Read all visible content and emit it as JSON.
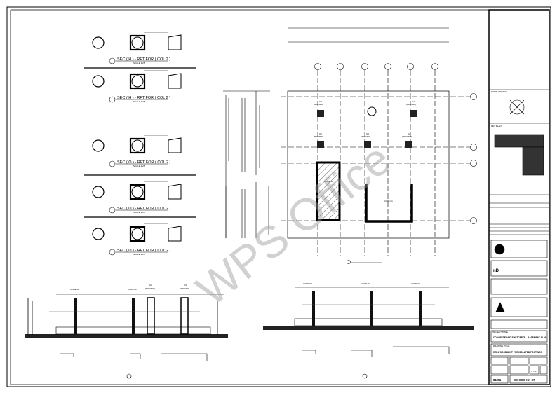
{
  "watermark": "WPS Office",
  "sections": [
    {
      "title": "SEC ( H ) - RFT FOR ( COL 2 )",
      "scale": "SCALE 1:25"
    },
    {
      "title": "SEC ( H ) - RFT FOR ( COL 2 )",
      "scale": "SCALE 1:25"
    },
    {
      "title": "SEC ( O ) - RFT FOR ( COL 2 )",
      "scale": "SCALE 1:25"
    },
    {
      "title": "SEC ( O ) - RFT FOR ( COL 2 )",
      "scale": "SCALE 1:25"
    },
    {
      "title": "SEC ( O ) - RFT FOR ( COL 2 )",
      "scale": "SCALE 1:25"
    }
  ],
  "plan": {
    "columns": [
      {
        "name": "C2",
        "size": "(800X800)"
      },
      {
        "name": "C2",
        "size": "(800X800)"
      },
      {
        "name": "C2",
        "size": "(800X800)"
      },
      {
        "name": "C3",
        "size": "(700X700)"
      },
      {
        "name": "C2",
        "size": "(800X800)"
      }
    ],
    "cores": [
      "CORE 02",
      "CORE 01"
    ]
  },
  "elevation_left": {
    "labels": [
      "CORE 02",
      "CORE 02",
      "C2",
      "C3"
    ],
    "sizes": [
      "(800X800)",
      "(700X700)"
    ]
  },
  "elevation_right": {
    "labels": [
      "CORE 02",
      "CORE 01",
      "CORE 01"
    ]
  },
  "title_block": {
    "project_title_label": "PROJECT TITLE",
    "project_title": "CONCRETE AND SHOTCRETE - BASEMENT SLAB",
    "drawing_title_label": "DRAWING TITLE",
    "drawing_title": "REINFORCEMENT FOR ISOLATED FOOTINGS",
    "scale": "N.T.S",
    "sheet": "81/86",
    "drawing_no": "SE-XXX-XX-07",
    "key_plan_label": "KEY PLAN",
    "north_label": "NORTH ARROW"
  }
}
